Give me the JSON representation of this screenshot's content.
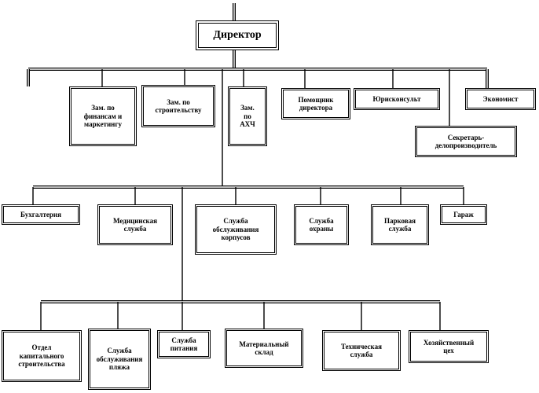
{
  "director": {
    "label": "Директор"
  },
  "level1": [
    {
      "label": "Зам. по\nфинансам и\nмаркетингу"
    },
    {
      "label": "Зам. по\nстроительству"
    },
    {
      "label": "Зам.\nпо\nАХЧ"
    },
    {
      "label": "Помощник\nдиректора"
    },
    {
      "label": "Юрисконсульт"
    },
    {
      "label": "Экономист"
    },
    {
      "label": "Секретарь-\nделопроизводитель"
    }
  ],
  "level2": [
    {
      "label": "Бухгалтерия"
    },
    {
      "label": "Медицинская\nслужба"
    },
    {
      "label": "Служба\nобслуживания\nкорпусов"
    },
    {
      "label": "Служба\nохраны"
    },
    {
      "label": "Парковая\nслужба"
    },
    {
      "label": "Гараж"
    }
  ],
  "level3": [
    {
      "label": "Отдел\nкапитального\nстроительства"
    },
    {
      "label": "Служба\nобслуживания\nпляжа"
    },
    {
      "label": "Служба\nпитания"
    },
    {
      "label": "Материальный\nсклад"
    },
    {
      "label": "Техническая\nслужба"
    },
    {
      "label": "Хозяйственный\nцех"
    }
  ]
}
